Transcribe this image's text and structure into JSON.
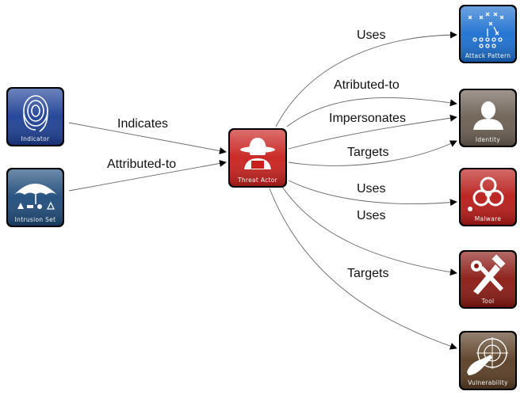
{
  "nodes": {
    "indicator": {
      "label": "Indicator",
      "icon": "fingerprint-icon",
      "bg": "#1c3f95"
    },
    "intrusion_set": {
      "label": "Intrusion Set",
      "icon": "umbrella-icon",
      "bg": "#1d4a7a"
    },
    "threat_actor": {
      "label": "Threat Actor",
      "icon": "spy-icon",
      "bg": "#c8201c"
    },
    "attack_pattern": {
      "label": "Attack Pattern",
      "icon": "playbook-icon",
      "bg": "#1a6fd0"
    },
    "identity": {
      "label": "Identity",
      "icon": "person-icon",
      "bg": "#6b5e52"
    },
    "malware": {
      "label": "Malware",
      "icon": "biohazard-icon",
      "bg": "#b81a17"
    },
    "tool": {
      "label": "Tool",
      "icon": "wrench-hammer-icon",
      "bg": "#8a1812"
    },
    "vulnerability": {
      "label": "Vulnerability",
      "icon": "target-hand-icon",
      "bg": "#5a3d24"
    }
  },
  "edges": [
    {
      "from": "indicator",
      "to": "threat_actor",
      "label": "Indicates"
    },
    {
      "from": "intrusion_set",
      "to": "threat_actor",
      "label": "Attributed-to"
    },
    {
      "from": "threat_actor",
      "to": "attack_pattern",
      "label": "Uses"
    },
    {
      "from": "threat_actor",
      "to": "identity",
      "label": "Atributed-to"
    },
    {
      "from": "threat_actor",
      "to": "identity",
      "label": "Impersonates"
    },
    {
      "from": "threat_actor",
      "to": "identity",
      "label": "Targets"
    },
    {
      "from": "threat_actor",
      "to": "malware",
      "label": "Uses"
    },
    {
      "from": "threat_actor",
      "to": "tool",
      "label": "Uses"
    },
    {
      "from": "threat_actor",
      "to": "vulnerability",
      "label": "Targets"
    }
  ]
}
